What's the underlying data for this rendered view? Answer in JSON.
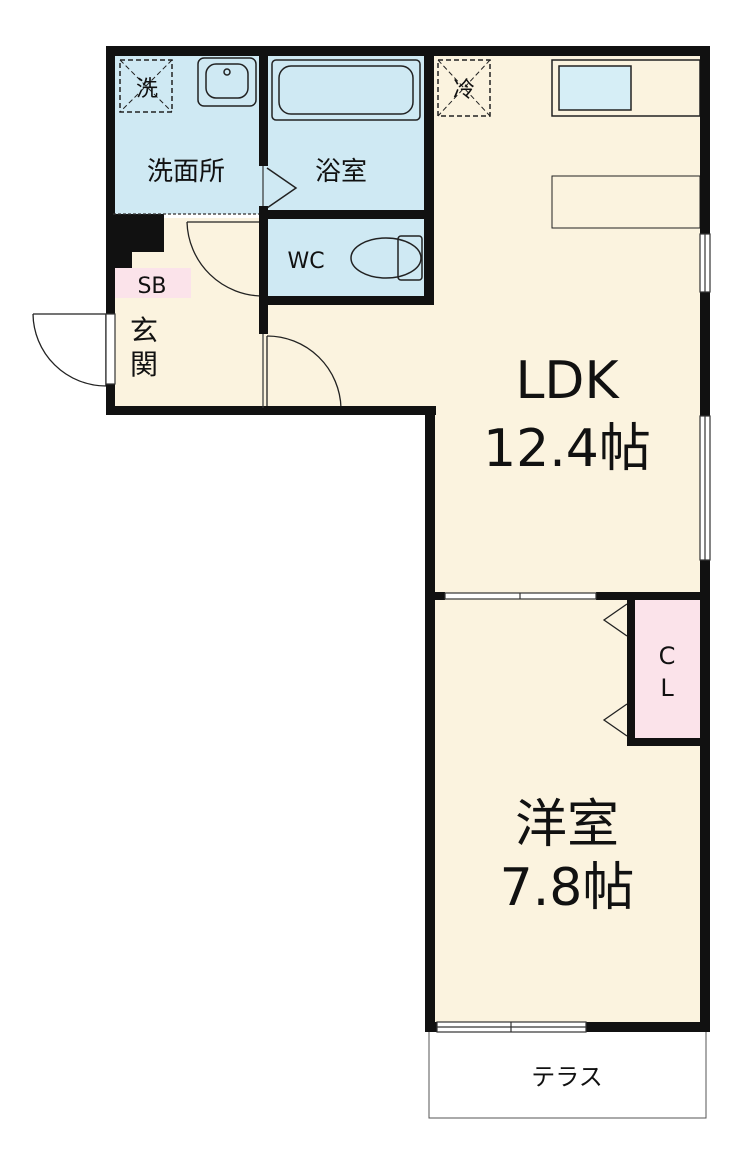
{
  "rooms": {
    "washroom": {
      "label": "洗面所"
    },
    "bathroom": {
      "label": "浴室"
    },
    "toilet": {
      "label": "WC"
    },
    "entrance": {
      "label": "玄\n関"
    },
    "shoebox": {
      "label": "SB"
    },
    "ldk": {
      "label": "LDK",
      "size": "12.4帖"
    },
    "western_room": {
      "label": "洋室",
      "size": "7.8帖"
    },
    "closet": {
      "label": "C\nL"
    },
    "terrace": {
      "label": "テラス"
    }
  },
  "appliances": {
    "washer": {
      "label": "洗"
    },
    "fridge": {
      "label": "冷"
    }
  },
  "colors": {
    "wet_area": "#cfe9f3",
    "dry_area": "#fbf3df",
    "storage": "#fbe3ea",
    "wall": "#111111"
  }
}
